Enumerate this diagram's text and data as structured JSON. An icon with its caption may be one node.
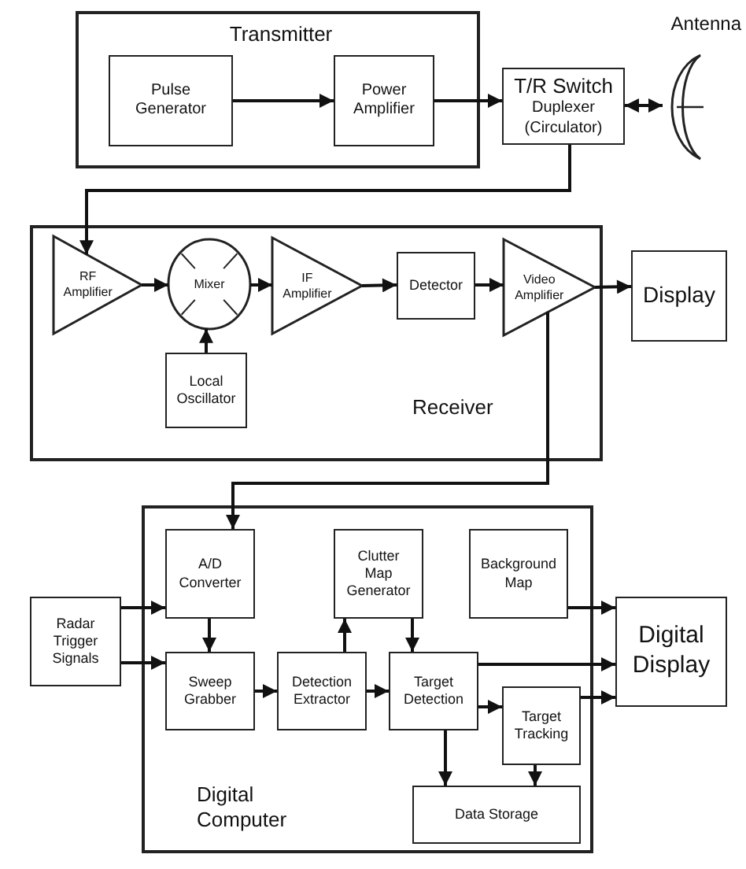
{
  "diagram": {
    "nodes": [
      {
        "text": [
          "Transmitter"
        ]
      },
      {
        "text": [
          "Pulse Generator"
        ],
        "in": 0
      },
      {
        "text": [
          "Power Amplifier"
        ],
        "in": 0
      },
      {
        "text": [
          "T/R Switch",
          "Duplexer (Circulator)"
        ]
      },
      {
        "text": [
          "Antenna"
        ]
      },
      {
        "text": [
          "Receiver"
        ]
      },
      {
        "text": [
          "RF Amplifier"
        ],
        "in": 5
      },
      {
        "text": [
          "Mixer"
        ],
        "in": 5
      },
      {
        "text": [
          "IF Amplifier"
        ],
        "in": 5
      },
      {
        "text": [
          "Detector"
        ],
        "in": 5
      },
      {
        "text": [
          "Video Amplifier"
        ],
        "in": 5
      },
      {
        "text": [
          "Display"
        ]
      },
      {
        "text": [
          "Local Oscillator"
        ],
        "in": 5
      },
      {
        "text": [
          "Digital Computer"
        ]
      },
      {
        "text": [
          "A/D Converter"
        ],
        "in": 13
      },
      {
        "text": [
          "Clutter Map Generator"
        ],
        "in": 13
      },
      {
        "text": [
          "Background Map"
        ],
        "in": 13
      },
      {
        "text": [
          "Radar Trigger Signals"
        ]
      },
      {
        "text": [
          "Digital Display"
        ]
      },
      {
        "text": [
          "Sweep Grabber"
        ],
        "in": 13
      },
      {
        "text": [
          "Detection Extractor"
        ],
        "in": 13
      },
      {
        "text": [
          "Target Detection"
        ],
        "in": 13
      },
      {
        "text": [
          "Target Tracking"
        ],
        "in": 13
      },
      {
        "text": [
          "Data Storage"
        ],
        "in": 13
      }
    ],
    "edges": [
      {
        "from": 1,
        "to": 2,
        "arrow": "to"
      },
      {
        "from": 2,
        "to": 3,
        "arrow": "to"
      },
      {
        "from": 3,
        "to": 4,
        "arrow": "both"
      },
      {
        "from": 3,
        "to": 6,
        "arrow": "to"
      },
      {
        "from": 6,
        "to": 7,
        "arrow": "to"
      },
      {
        "from": 12,
        "to": 7,
        "arrow": "to"
      },
      {
        "from": 7,
        "to": 8,
        "arrow": "to"
      },
      {
        "from": 8,
        "to": 9,
        "arrow": "to"
      },
      {
        "from": 9,
        "to": 10,
        "arrow": "to"
      },
      {
        "from": 10,
        "to": 11,
        "arrow": "to"
      },
      {
        "from": 10,
        "to": 14,
        "arrow": "to"
      },
      {
        "from": 17,
        "to": 14,
        "arrow": "to"
      },
      {
        "from": 17,
        "to": 19,
        "arrow": "to"
      },
      {
        "from": 14,
        "to": 19,
        "arrow": "to"
      },
      {
        "from": 19,
        "to": 20,
        "arrow": "to"
      },
      {
        "from": 20,
        "to": 15,
        "arrow": "to"
      },
      {
        "from": 15,
        "to": 21,
        "arrow": "to"
      },
      {
        "from": 20,
        "to": 21,
        "arrow": "to"
      },
      {
        "from": 16,
        "to": 18,
        "arrow": "to"
      },
      {
        "from": 21,
        "to": 18,
        "arrow": "to"
      },
      {
        "from": 21,
        "to": 22,
        "arrow": "to"
      },
      {
        "from": 22,
        "to": 18,
        "arrow": "to"
      },
      {
        "from": 21,
        "to": 23,
        "arrow": "to"
      },
      {
        "from": 22,
        "to": 23,
        "arrow": "to"
      }
    ]
  }
}
